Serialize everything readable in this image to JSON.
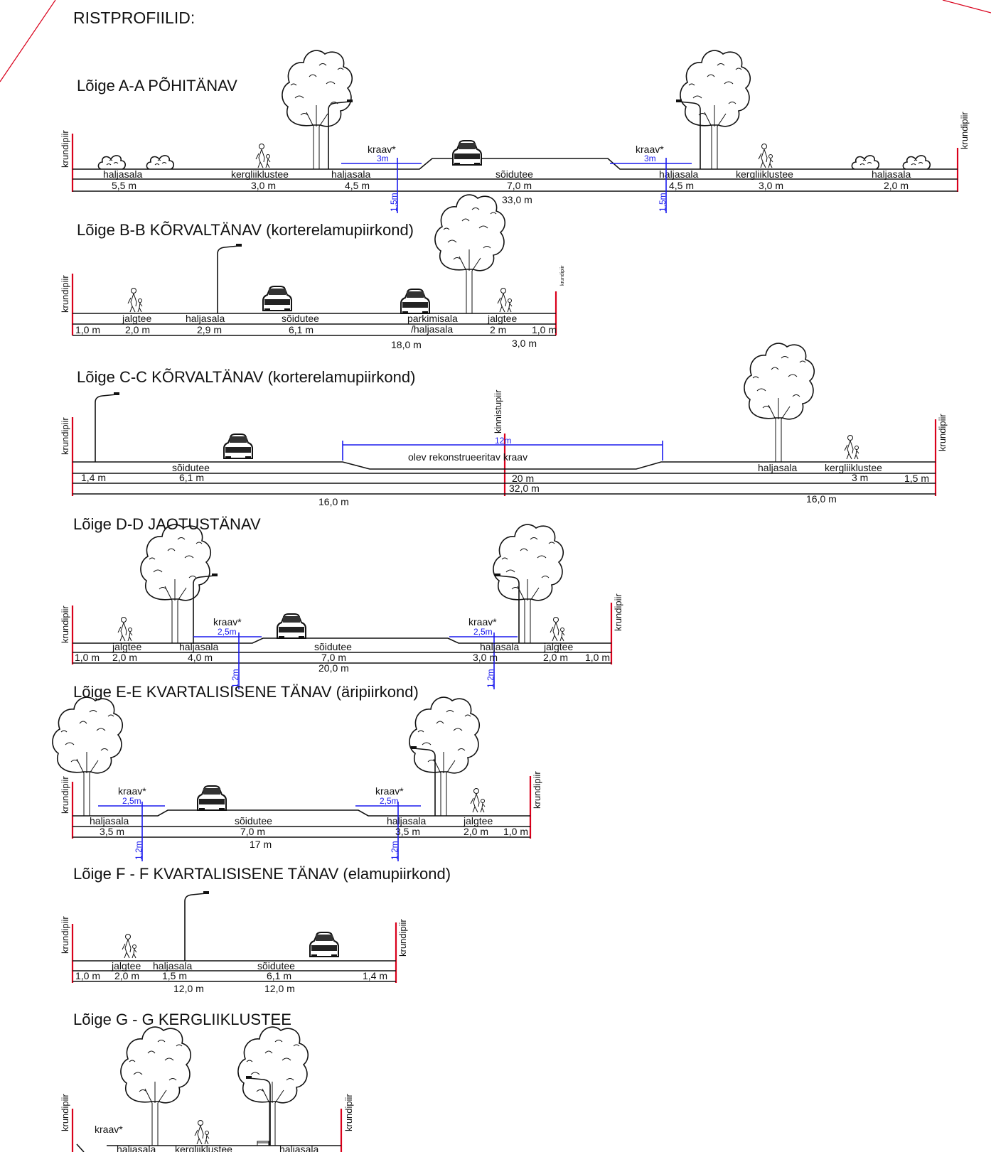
{
  "heading": "RISTPROFIILID:",
  "labels": {
    "krundipiir": "krundipiir",
    "kinnistupiir": "kinnistupiir",
    "haljasala": "haljasala",
    "kergliiklustee": "kergliiklustee",
    "soidutee": "sõidutee",
    "jalgtee": "jalgtee",
    "kraav": "kraav*",
    "parkimisala": "parkimisala",
    "parkimisala2": "/haljasala",
    "olev_kraav": "olev rekonstrueeritav kraav"
  },
  "sections": [
    {
      "title": "Lõige A-A PÕHITÄNAV",
      "dims": [
        "5,5 m",
        "3,0 m",
        "4,5 m",
        "7,0 m",
        "4,5 m",
        "3,0 m",
        "2,0 m"
      ],
      "total": "33,0 m",
      "kraav_width": "3m",
      "kraav_depth": "1,5m"
    },
    {
      "title": "Lõige B-B KÕRVALTÄNAV (korterelamupiirkond)",
      "dims": [
        "1,0 m",
        "2,0 m",
        "2,9 m",
        "6,1 m",
        "2 m",
        "1,0 m"
      ],
      "total": "18,0 m",
      "extra": "3,0 m"
    },
    {
      "title": "Lõige C-C KÕRVALTÄNAV (korterelamupiirkond)",
      "dims": [
        "1,4 m",
        "6,1 m",
        "20 m",
        "3 m",
        "1,5 m"
      ],
      "total": "32,0 m",
      "half_left": "16,0 m",
      "half_right": "16,0 m",
      "kraav_width": "12m"
    },
    {
      "title": "Lõige D-D JAOTUSTÄNAV",
      "dims": [
        "1,0 m",
        "2,0 m",
        "4,0 m",
        "7,0 m",
        "3,0 m",
        "2,0 m",
        "1,0 m"
      ],
      "total": "20,0 m",
      "kraav_width": "2,5m",
      "kraav_depth": "1,2m"
    },
    {
      "title": "Lõige E-E KVARTALISISENE TÄNAV (äripiirkond)",
      "dims": [
        "3,5 m",
        "7,0 m",
        "3,5 m",
        "2,0 m",
        "1,0 m"
      ],
      "total": "17 m",
      "kraav_width": "2,5m",
      "kraav_depth": "1,2m"
    },
    {
      "title": "Lõige F - F KVARTALISISENE TÄNAV (elamupiirkond)",
      "dims": [
        "1,0 m",
        "2,0 m",
        "1,5 m",
        "6,1 m",
        "1,4 m"
      ],
      "total": "12,0 m",
      "total2": "12,0 m"
    },
    {
      "title": "Lõige G - G KERGLIIKLUSTEE"
    }
  ]
}
